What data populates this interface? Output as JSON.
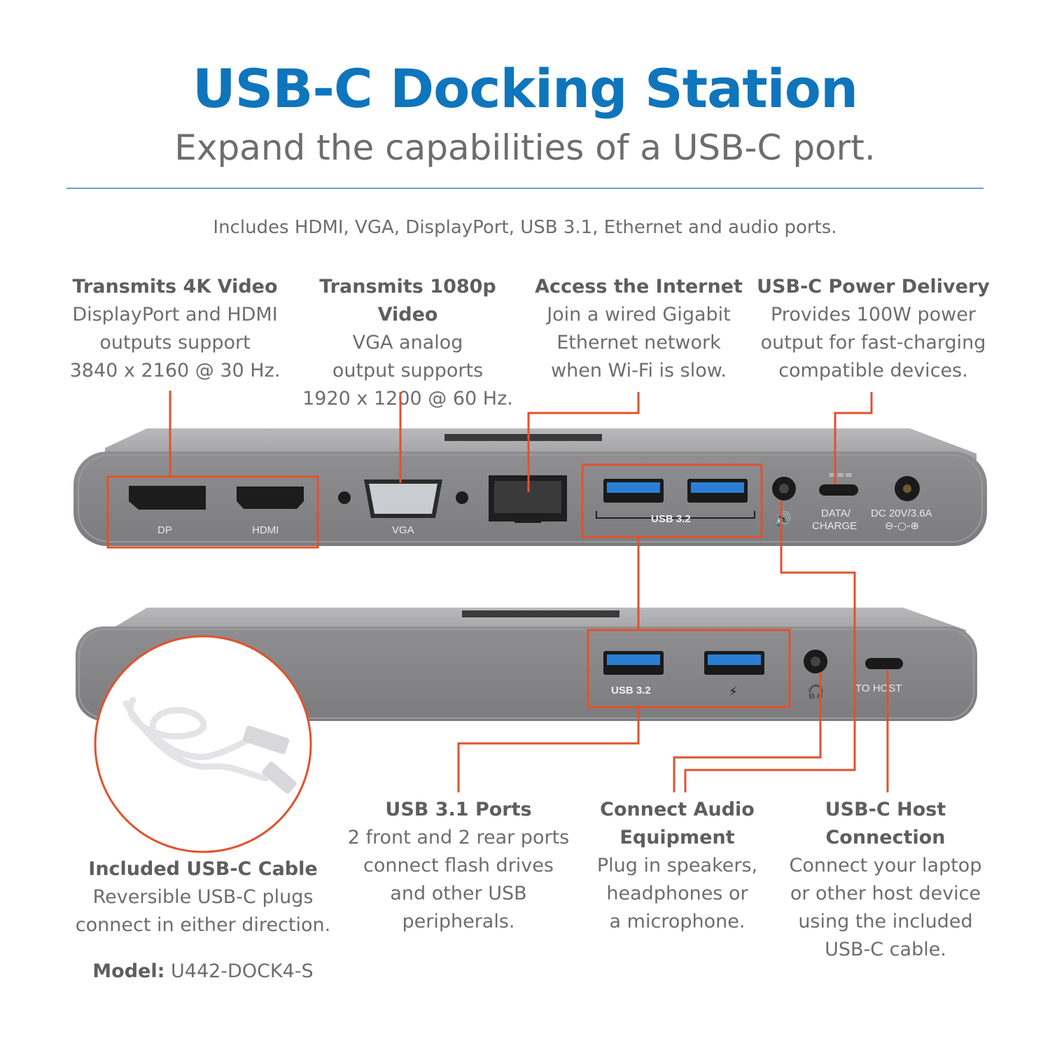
{
  "header": {
    "title": "USB-C Docking Station",
    "subtitle": "Expand the capabilities of a USB-C port.",
    "intro": "Includes HDMI, VGA, DisplayPort, USB 3.1, Ethernet and audio ports."
  },
  "callouts": {
    "video4k": {
      "heading": "Transmits 4K Video",
      "lines": [
        "DisplayPort and HDMI",
        "outputs support",
        "3840 x 2160 @ 30 Hz."
      ]
    },
    "video1080": {
      "heading": "Transmits 1080p Video",
      "lines": [
        "VGA analog",
        "output supports",
        "1920 x 1200 @ 60 Hz."
      ]
    },
    "internet": {
      "heading": "Access the Internet",
      "lines": [
        "Join a wired Gigabit",
        "Ethernet network",
        "when Wi-Fi is slow."
      ]
    },
    "power": {
      "heading": "USB-C Power Delivery",
      "lines": [
        "Provides 100W power",
        "output for fast-charging",
        "compatible devices."
      ]
    },
    "usb": {
      "heading": "USB 3.1 Ports",
      "lines": [
        "2 front and 2 rear ports",
        "connect flash drives",
        "and other USB",
        "peripherals."
      ]
    },
    "audio": {
      "heading_lines": [
        "Connect Audio",
        "Equipment"
      ],
      "lines": [
        "Plug in speakers,",
        "headphones or",
        "a microphone."
      ]
    },
    "host": {
      "heading_lines": [
        "USB-C Host",
        "Connection"
      ],
      "lines": [
        "Connect your laptop",
        "or other host device",
        "using the included",
        "USB-C cable."
      ]
    },
    "cable": {
      "heading": "Included USB-C Cable",
      "lines": [
        "Reversible USB-C plugs",
        "connect in either direction."
      ]
    }
  },
  "model": {
    "label": "Model:",
    "value": "U442-DOCK4-S"
  },
  "rear_ports": {
    "dp": "DP",
    "hdmi": "HDMI",
    "vga": "VGA",
    "usb": "USB 3.2",
    "data_charge_1": "DATA/",
    "data_charge_2": "CHARGE",
    "dc": "DC 20V/3.6A"
  },
  "front_ports": {
    "usb": "USB 3.2",
    "host": "TO HOST"
  },
  "colors": {
    "title_blue": "#0f75bc",
    "callout_orange": "#e0522e",
    "dock_gray": "#8c8c8e",
    "usb_blue": "#2a7fd4"
  }
}
